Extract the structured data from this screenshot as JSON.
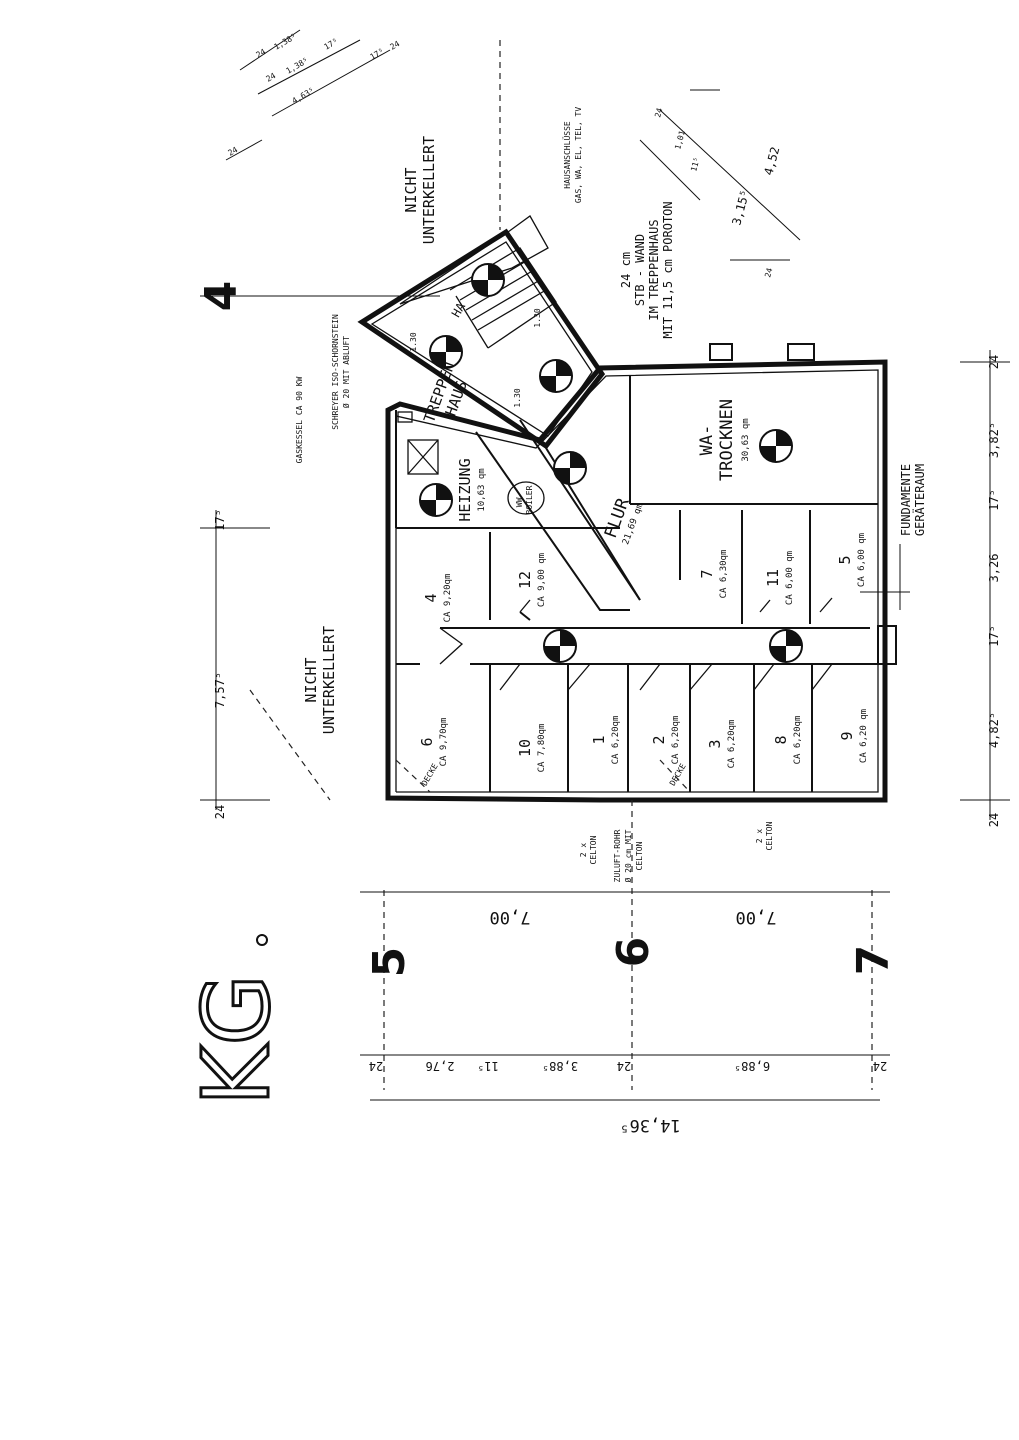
{
  "sheet": {
    "title": "KG",
    "axes": [
      "4",
      "5",
      "6",
      "7"
    ]
  },
  "rooms": [
    {
      "id": "heizung",
      "name": "HEIZUNG",
      "area": "10,63 qm"
    },
    {
      "id": "wa",
      "name": "WA-",
      "name2": "TROCKNEN",
      "area": "30,63 qm"
    },
    {
      "id": "flur",
      "name": "FLUR",
      "area": "21,69 qm"
    },
    {
      "id": "treppenhaus",
      "name": "TREPPEN",
      "name2": "HAUS",
      "area": ""
    },
    {
      "id": "r4",
      "name": "4",
      "area": "CA 9,20qm"
    },
    {
      "id": "r12",
      "name": "12",
      "area": "CA 9,00 qm"
    },
    {
      "id": "r7",
      "name": "7",
      "area": "CA 6,30qm"
    },
    {
      "id": "r11",
      "name": "11",
      "area": "CA 6,00 qm"
    },
    {
      "id": "r5",
      "name": "5",
      "area": "CA 6,00 qm"
    },
    {
      "id": "r6",
      "name": "6",
      "area": "CA 9,70qm"
    },
    {
      "id": "r10",
      "name": "10",
      "area": "CA 7,80qm"
    },
    {
      "id": "r1",
      "name": "1",
      "area": "CA 6,20qm"
    },
    {
      "id": "r2",
      "name": "2",
      "area": "CA 6,20qm"
    },
    {
      "id": "r3",
      "name": "3",
      "area": "CA 6,20qm"
    },
    {
      "id": "r8",
      "name": "8",
      "area": "CA 6,20qm"
    },
    {
      "id": "r9",
      "name": "9",
      "area": "CA 6,20 qm"
    }
  ],
  "labels": {
    "nicht_unterkellert_a": [
      "NICHT",
      "UNTERKELLERT"
    ],
    "nicht_unterkellert_b": [
      "NICHT",
      "UNTERKELLERT"
    ],
    "gaskessel": "GASKESSEL CA 90 KW",
    "schornstein": "SCHREYER ISO-SCHORNSTEIN",
    "schornstein2": "Ø 20 MIT ABLUFT",
    "wwboiler": [
      "WW-",
      "BOILER"
    ],
    "hausanschluesse": "HAUSANSCHLÜSSE",
    "hausanschluesse2": "GAS, WA, EL, TEL, TV",
    "wand1": "24 cm",
    "wand2": "STB - WAND",
    "wand3": "IM TREPPENHAUS",
    "wand4": "MIT 11,5 cm POROTON",
    "fundamente": "FUNDAMENTE",
    "geraeteraum": "GERÄTERAUM",
    "celton_a": [
      "2 x",
      "CELTON"
    ],
    "celton_b": [
      "2 x",
      "CELTON"
    ],
    "zuluft": [
      "ZULUFT-ROHR",
      "Ø 20 cm MIT",
      "CELTON"
    ],
    "decke_a": "DECKE",
    "decke_b": "DECKE",
    "ha": "HA"
  },
  "dims": {
    "right": [
      "24",
      "3,82⁵",
      "17⁵",
      "3,26",
      "17⁵",
      "4,82⁵",
      "24"
    ],
    "left": [
      "17⁵",
      "7,57⁵",
      "24"
    ],
    "bottom_seg": [
      "7,00",
      "7,00"
    ],
    "bottom_chain": [
      "24",
      "2,76",
      "11⁵",
      "3,88⁵",
      "24",
      "6,88⁵",
      "24"
    ],
    "bottom_total": "14,36⁵",
    "stair_top": [
      "24",
      "1,38⁵",
      "24",
      "1,38⁵",
      "17⁵",
      "4,63⁵",
      "17⁵",
      "24",
      "24"
    ],
    "stair_right": [
      "24",
      "1,01",
      "11⁵",
      "4,52",
      "3,15⁵",
      "24"
    ],
    "stair_inner": [
      "1.30",
      "1.30",
      "1.30"
    ]
  }
}
